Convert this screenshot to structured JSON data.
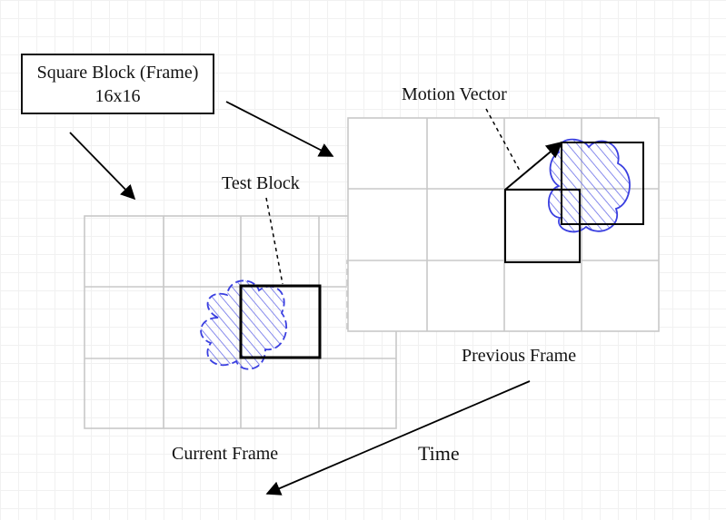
{
  "callout": {
    "line1": "Square Block (Frame)",
    "line2": "16x16"
  },
  "labels": {
    "motion_vector": "Motion Vector",
    "test_block": "Test Block",
    "previous_frame": "Previous Frame",
    "current_frame": "Current Frame",
    "time": "Time"
  },
  "colors": {
    "grid_line": "#c8c8c8",
    "block_stroke": "#000000",
    "blob_stroke": "#3a3fe0",
    "blob_hatch": "#6a6ee8",
    "background_grid": "#f1f1f1"
  },
  "icons": [
    "cloud-blob-icon",
    "arrow-icon"
  ]
}
